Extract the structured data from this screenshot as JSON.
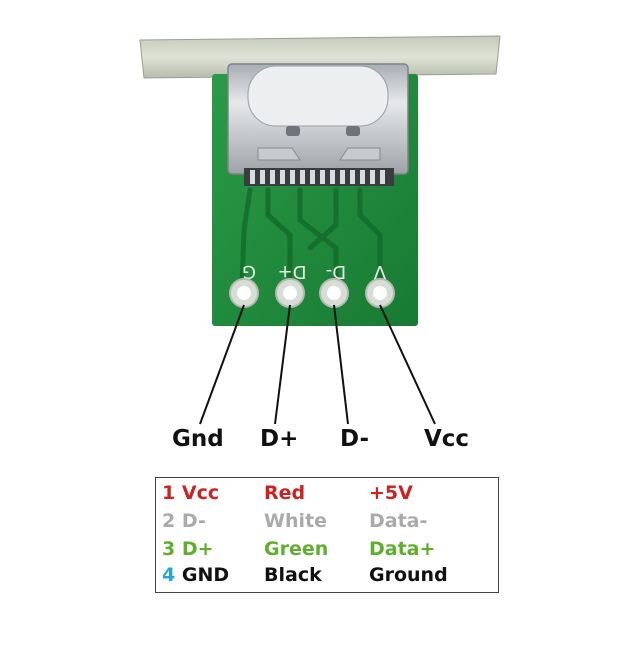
{
  "board": {
    "pin_silkscreen": [
      "G",
      "D+",
      "D-",
      "V"
    ]
  },
  "pin_labels": [
    "Gnd",
    "D+",
    "D-",
    "Vcc"
  ],
  "legend_table": {
    "rows": [
      {
        "pin": "1",
        "name": "Vcc",
        "wire": "Red",
        "signal": "+5V",
        "color": "#cc2222",
        "num_color": "#cc2222"
      },
      {
        "pin": "2",
        "name": "D-",
        "wire": "White",
        "signal": "Data-",
        "color": "#aaaaaa",
        "num_color": "#aaaaaa"
      },
      {
        "pin": "3",
        "name": "D+",
        "wire": "Green",
        "signal": "Data+",
        "color": "#5fae2e",
        "num_color": "#5fae2e"
      },
      {
        "pin": "4",
        "name": "GND",
        "wire": "Black",
        "signal": "Ground",
        "color": "#111111",
        "num_color": "#29a3d6"
      }
    ]
  },
  "colors": {
    "pcb_green": "#1f8a3a",
    "pcb_dark": "#156b2c",
    "connector_metal": "#c9ccd0",
    "pad": "#e9ecef"
  }
}
